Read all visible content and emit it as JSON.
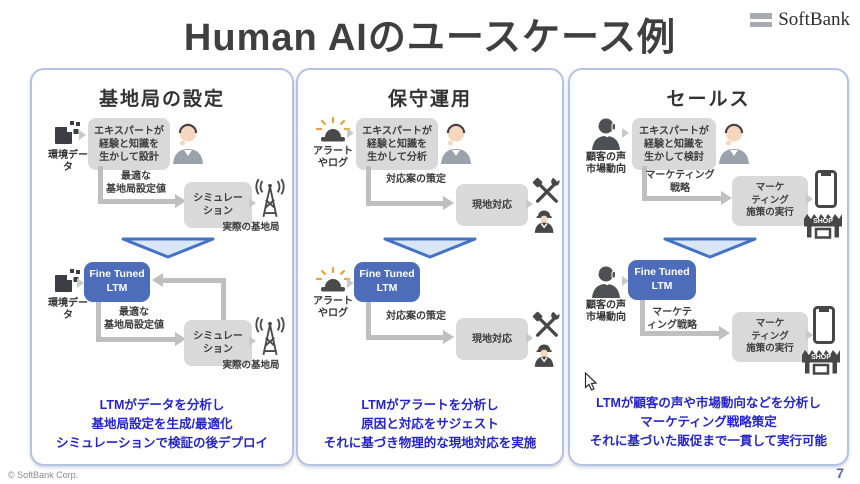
{
  "header": {
    "title": "Human AIのユースケース例",
    "logo_text": "SoftBank"
  },
  "footer": {
    "copyright": "© SoftBank Corp.",
    "page_number": "7"
  },
  "colors": {
    "ltm_box_blue": "#4d6cba",
    "summary_text_blue": "#2424c8",
    "panel_border_blue": "#b4c3e3",
    "process_box_gray": "#d9d9d9",
    "arrow_gray": "#bfbfbf",
    "chevron_fill": "#d9e6f7",
    "chevron_border": "#4472c4",
    "siren_rays_orange": "#e6a23c"
  },
  "icons": {
    "environment_data": "data-cube-icon",
    "expert_person": "business-person-icon",
    "base_station": "radio-tower-icon",
    "alert_log": "siren-icon",
    "field_work": "tools-worker-icon",
    "customer_voice": "headset-person-icon",
    "sales_channel": "phone-shop-icon",
    "separator": "chevron-down-separator",
    "pointer": "mouse-cursor-icon",
    "logo": "softbank-bars-icon"
  },
  "panels": [
    {
      "id": "base-station",
      "title": "基地局の設定",
      "top": {
        "source_label_lines": [
          "環境データ"
        ],
        "expert_box_lines": [
          "エキスパートが",
          "経験と知識を",
          "生かして設計"
        ],
        "arrow_label_lines": [
          "最適な",
          "基地局設定値"
        ],
        "process_box_lines": [
          "シミュレー",
          "ション"
        ],
        "target_label_lines": [
          "実際の基地局"
        ]
      },
      "bottom": {
        "source_label_lines": [
          "環境データ"
        ],
        "ltm_box_lines": [
          "Fine Tuned",
          "LTM"
        ],
        "arrow_label_lines": [
          "最適な",
          "基地局設定値"
        ],
        "process_box_lines": [
          "シミュレー",
          "ション"
        ],
        "target_label_lines": [
          "実際の基地局"
        ]
      },
      "summary_lines": [
        "LTMがデータを分析し",
        "基地局設定を生成/最適化",
        "シミュレーションで検証の後デプロイ"
      ]
    },
    {
      "id": "maintenance",
      "title": "保守運用",
      "top": {
        "source_label_lines": [
          "アラート",
          "やログ"
        ],
        "expert_box_lines": [
          "エキスパートが",
          "経験と知識を",
          "生かして分析"
        ],
        "arrow_label_lines": [
          "対応案の策定"
        ],
        "process_box_lines": [
          "現地対応"
        ]
      },
      "bottom": {
        "source_label_lines": [
          "アラート",
          "やログ"
        ],
        "ltm_box_lines": [
          "Fine Tuned",
          "LTM"
        ],
        "arrow_label_lines": [
          "対応案の策定"
        ],
        "process_box_lines": [
          "現地対応"
        ]
      },
      "summary_lines": [
        "LTMがアラートを分析し",
        "原因と対応をサジェスト",
        "それに基づき物理的な現地対応を実施"
      ]
    },
    {
      "id": "sales",
      "title": "セールス",
      "top": {
        "source_label_lines": [
          "顧客の声",
          "市場動向"
        ],
        "expert_box_lines": [
          "エキスパートが",
          "経験と知識を",
          "生かして検討"
        ],
        "arrow_label_lines": [
          "マーケティング",
          "戦略"
        ],
        "process_box_lines": [
          "マーケ",
          "ティング",
          "施策の実行"
        ],
        "shop_label": "SHOP"
      },
      "bottom": {
        "source_label_lines": [
          "顧客の声",
          "市場動向"
        ],
        "ltm_box_lines": [
          "Fine Tuned",
          "LTM"
        ],
        "arrow_label_lines": [
          "マーケテ",
          "ィング戦略"
        ],
        "process_box_lines": [
          "マーケ",
          "ティング",
          "施策の実行"
        ],
        "shop_label": "SHOP"
      },
      "summary_lines": [
        "LTMが顧客の声や市場動向などを分析し",
        "マーケティング戦略策定",
        "それに基づいた販促まで一貫して実行可能"
      ]
    }
  ]
}
